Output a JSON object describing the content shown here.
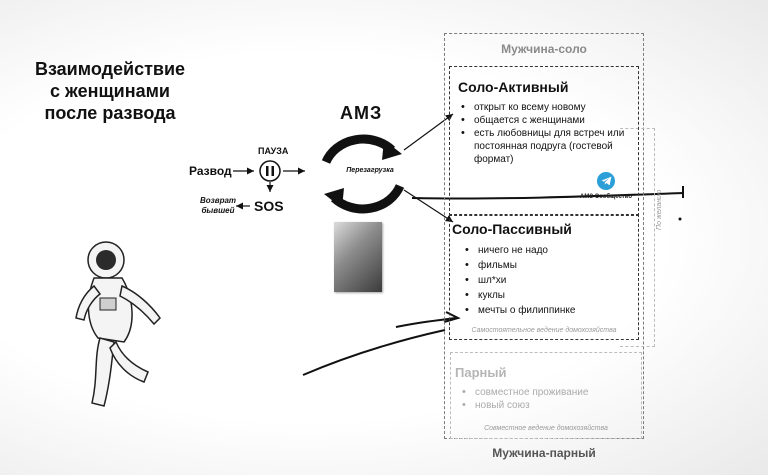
{
  "title_lines": [
    "Взаимодействие",
    "с женщинами",
    "после развода"
  ],
  "flow": {
    "pause_label": "ПАУЗА",
    "divorce_label": "Развод",
    "return_lines": [
      "Возврат",
      "бывшей"
    ],
    "sos_label": "SOS"
  },
  "amz": {
    "title": "АМЗ",
    "reload_label": "Перезагрузка"
  },
  "solo": {
    "title": "Мужчина-соло",
    "active": {
      "title": "Соло-Активный",
      "items": [
        "открыт ко всему новому",
        "общается с женщинами",
        "есть любовницы для встреч или постоянная подруга (гостевой формат)"
      ]
    },
    "telegram_caption": "АМЗ Сообщество",
    "passive": {
      "title": "Соло-Пассивный",
      "items": [
        "ничего не надо",
        "фильмы",
        "шл*хи",
        "куклы",
        "мечты о филиппинке"
      ],
      "footer": "Самостоятельное ведение домохозяйства"
    },
    "side_note": "По желанию"
  },
  "pair": {
    "title": "Парный",
    "items": [
      "совместное проживание",
      "новый союз"
    ],
    "footer": "Совместное ведение домохозяйства",
    "bottom_title": "Мужчина-парный"
  },
  "icons": {
    "pause": "pause-icon",
    "reload": "reload-cycle-icon",
    "telegram": "telegram-icon",
    "book": "book-cover-image",
    "astronaut": "astronaut-image"
  },
  "colors": {
    "telegram": "#2a9fd8",
    "dashed_dark": "#333333",
    "dashed_light": "#bdbdbd",
    "muted_text": "#9a9a9a"
  }
}
